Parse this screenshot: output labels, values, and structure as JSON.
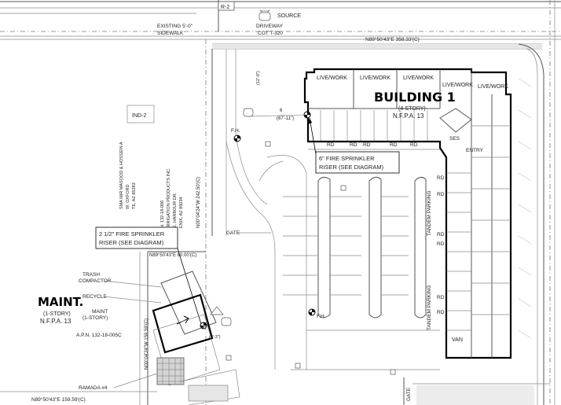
{
  "labels": {
    "r2": "R-2",
    "source": "SOURCE",
    "existing_sidewalk_1": "EXISTING 5'-0\"",
    "existing_sidewalk_2": "SIDEWALK",
    "driveway_1": "DRIVEWAY",
    "driveway_2": "COT T-320",
    "north_bearing": "N89°50'43\"E 358.33'(C)",
    "ind2": "IND-2",
    "live_work": "LIVE/WORK",
    "building_title": "BUILDING 1",
    "building_story": "(4-STORY)",
    "building_nfpa": "N.F.P.A. 13",
    "fh_top": "F.H.",
    "fh_mid": "F.H.",
    "rd": "RD",
    "ses": "SES",
    "entry": "ENTRY",
    "sprinkler_6_line1": "6\" FIRE SPRINKLER",
    "sprinkler_6_line2": "RISER (SEE DIAGRAM)",
    "sprinkler_25_line1": "2 1/2\" FIRE SPRINKLER",
    "sprinkler_25_line2": "RISER (SEE DIAGRAM)",
    "tandem_1": "TANDEM PARKING",
    "tandem_2": "TANDEM PARKING",
    "gate_1": "GATE",
    "gate_2": "GATE",
    "bearing_mid": "N89°50'43\"E 80.00'(C)",
    "bearing_vert": "N00°04'24\"W 242.50'(C)",
    "bearing_vert2": "N00°04'24\"W 159.59'(C)",
    "trash": "TRASH",
    "compactor": "COMPACTOR",
    "recycle": "RECYCLE",
    "maint_small": "MAINT",
    "maint_story_small": "(1-STORY)",
    "maint_title": "MAINT.",
    "maint_story": "(1-STORY)",
    "maint_nfpa": "N.F.P.A. 13",
    "apn": "A.P.N. 132-18-005C",
    "ramada": "RAMADA #4",
    "bottom_bearing": "N89°50'43\"E 159.59'(C)",
    "van": "VAN",
    "dim_6": "6",
    "dim_67": "(67'-11\")",
    "dim_8": "(8'-3\")",
    "dim_12": "(12'-0\")",
    "owner_1": "SMA MIR MASOOD & HOSSEIN A",
    "owner_2": "W. OXFORD",
    "owner_3": "TE, AZ 85283",
    "apn_2": "N. 132-18-006",
    "owner_4": "IRRIGATION PRODUCTS INC.",
    "owner_5": "E. HARBOUR DR.",
    "owner_6": "ENIX, AZ 85034"
  }
}
